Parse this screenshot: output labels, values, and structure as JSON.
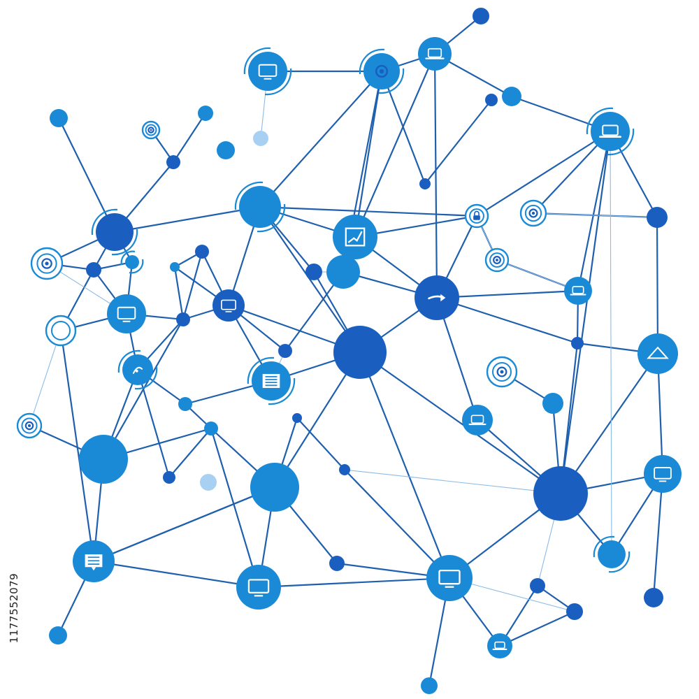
{
  "stock_id": "1177552079",
  "colors": {
    "background": "#ffffff",
    "edge": "#1e5fae",
    "edge_faint": "#8bbbe6",
    "node_light": "#1a8ad6",
    "node_dark": "#1a5fbf",
    "node_pale": "#a8d0f2",
    "icon_stroke": "#ffffff"
  },
  "network": {
    "node_kinds": [
      "hub",
      "endpoint",
      "device",
      "target"
    ],
    "icons": [
      "laptop-icon",
      "monitor-icon",
      "chart-icon",
      "document-icon",
      "message-icon",
      "arrow-icon",
      "triangle-icon",
      "lock-icon",
      "signal-icon",
      "ring-icon"
    ]
  }
}
